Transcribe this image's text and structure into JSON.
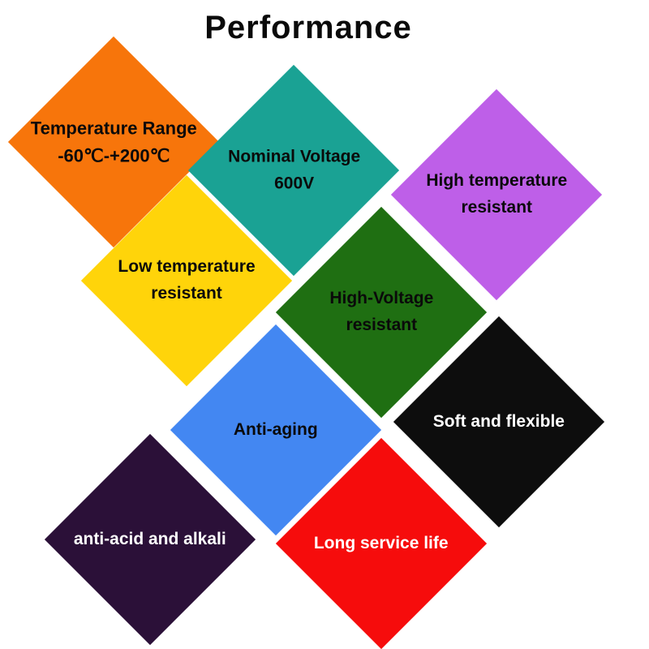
{
  "title": "Performance",
  "background": "#FFFFFF",
  "diamonds": [
    {
      "name": "temperature-range",
      "lines": [
        "Temperature Range",
        "-60℃-+200℃"
      ],
      "bg": "#F7750B",
      "text_color": "#0A0A0A"
    },
    {
      "name": "nominal-voltage",
      "lines": [
        "Nominal Voltage",
        "600V"
      ],
      "bg": "#1AA294",
      "text_color": "#0A0A0A"
    },
    {
      "name": "high-temperature-resistant",
      "lines": [
        "High temperature",
        "resistant"
      ],
      "bg": "#BE5FE8",
      "text_color": "#0A0A0A"
    },
    {
      "name": "low-temperature-resistant",
      "lines": [
        "Low temperature",
        "resistant"
      ],
      "bg": "#FFD40A",
      "text_color": "#0A0A0A"
    },
    {
      "name": "high-voltage-resistant",
      "lines": [
        "High-Voltage",
        "resistant"
      ],
      "bg": "#1F6F12",
      "text_color": "#0A0A0A"
    },
    {
      "name": "soft-and-flexible",
      "lines": [
        "Soft and flexible"
      ],
      "bg": "#0D0D0D",
      "text_color": "#FFFFFF"
    },
    {
      "name": "anti-aging",
      "lines": [
        "Anti-aging"
      ],
      "bg": "#4387F2",
      "text_color": "#0A0A0A"
    },
    {
      "name": "anti-acid-and-alkali",
      "lines": [
        "anti-acid and alkali"
      ],
      "bg": "#2B1038",
      "text_color": "#FFFFFF"
    },
    {
      "name": "long-service-life",
      "lines": [
        "Long service life"
      ],
      "bg": "#F60C0C",
      "text_color": "#FFFFFF"
    }
  ]
}
